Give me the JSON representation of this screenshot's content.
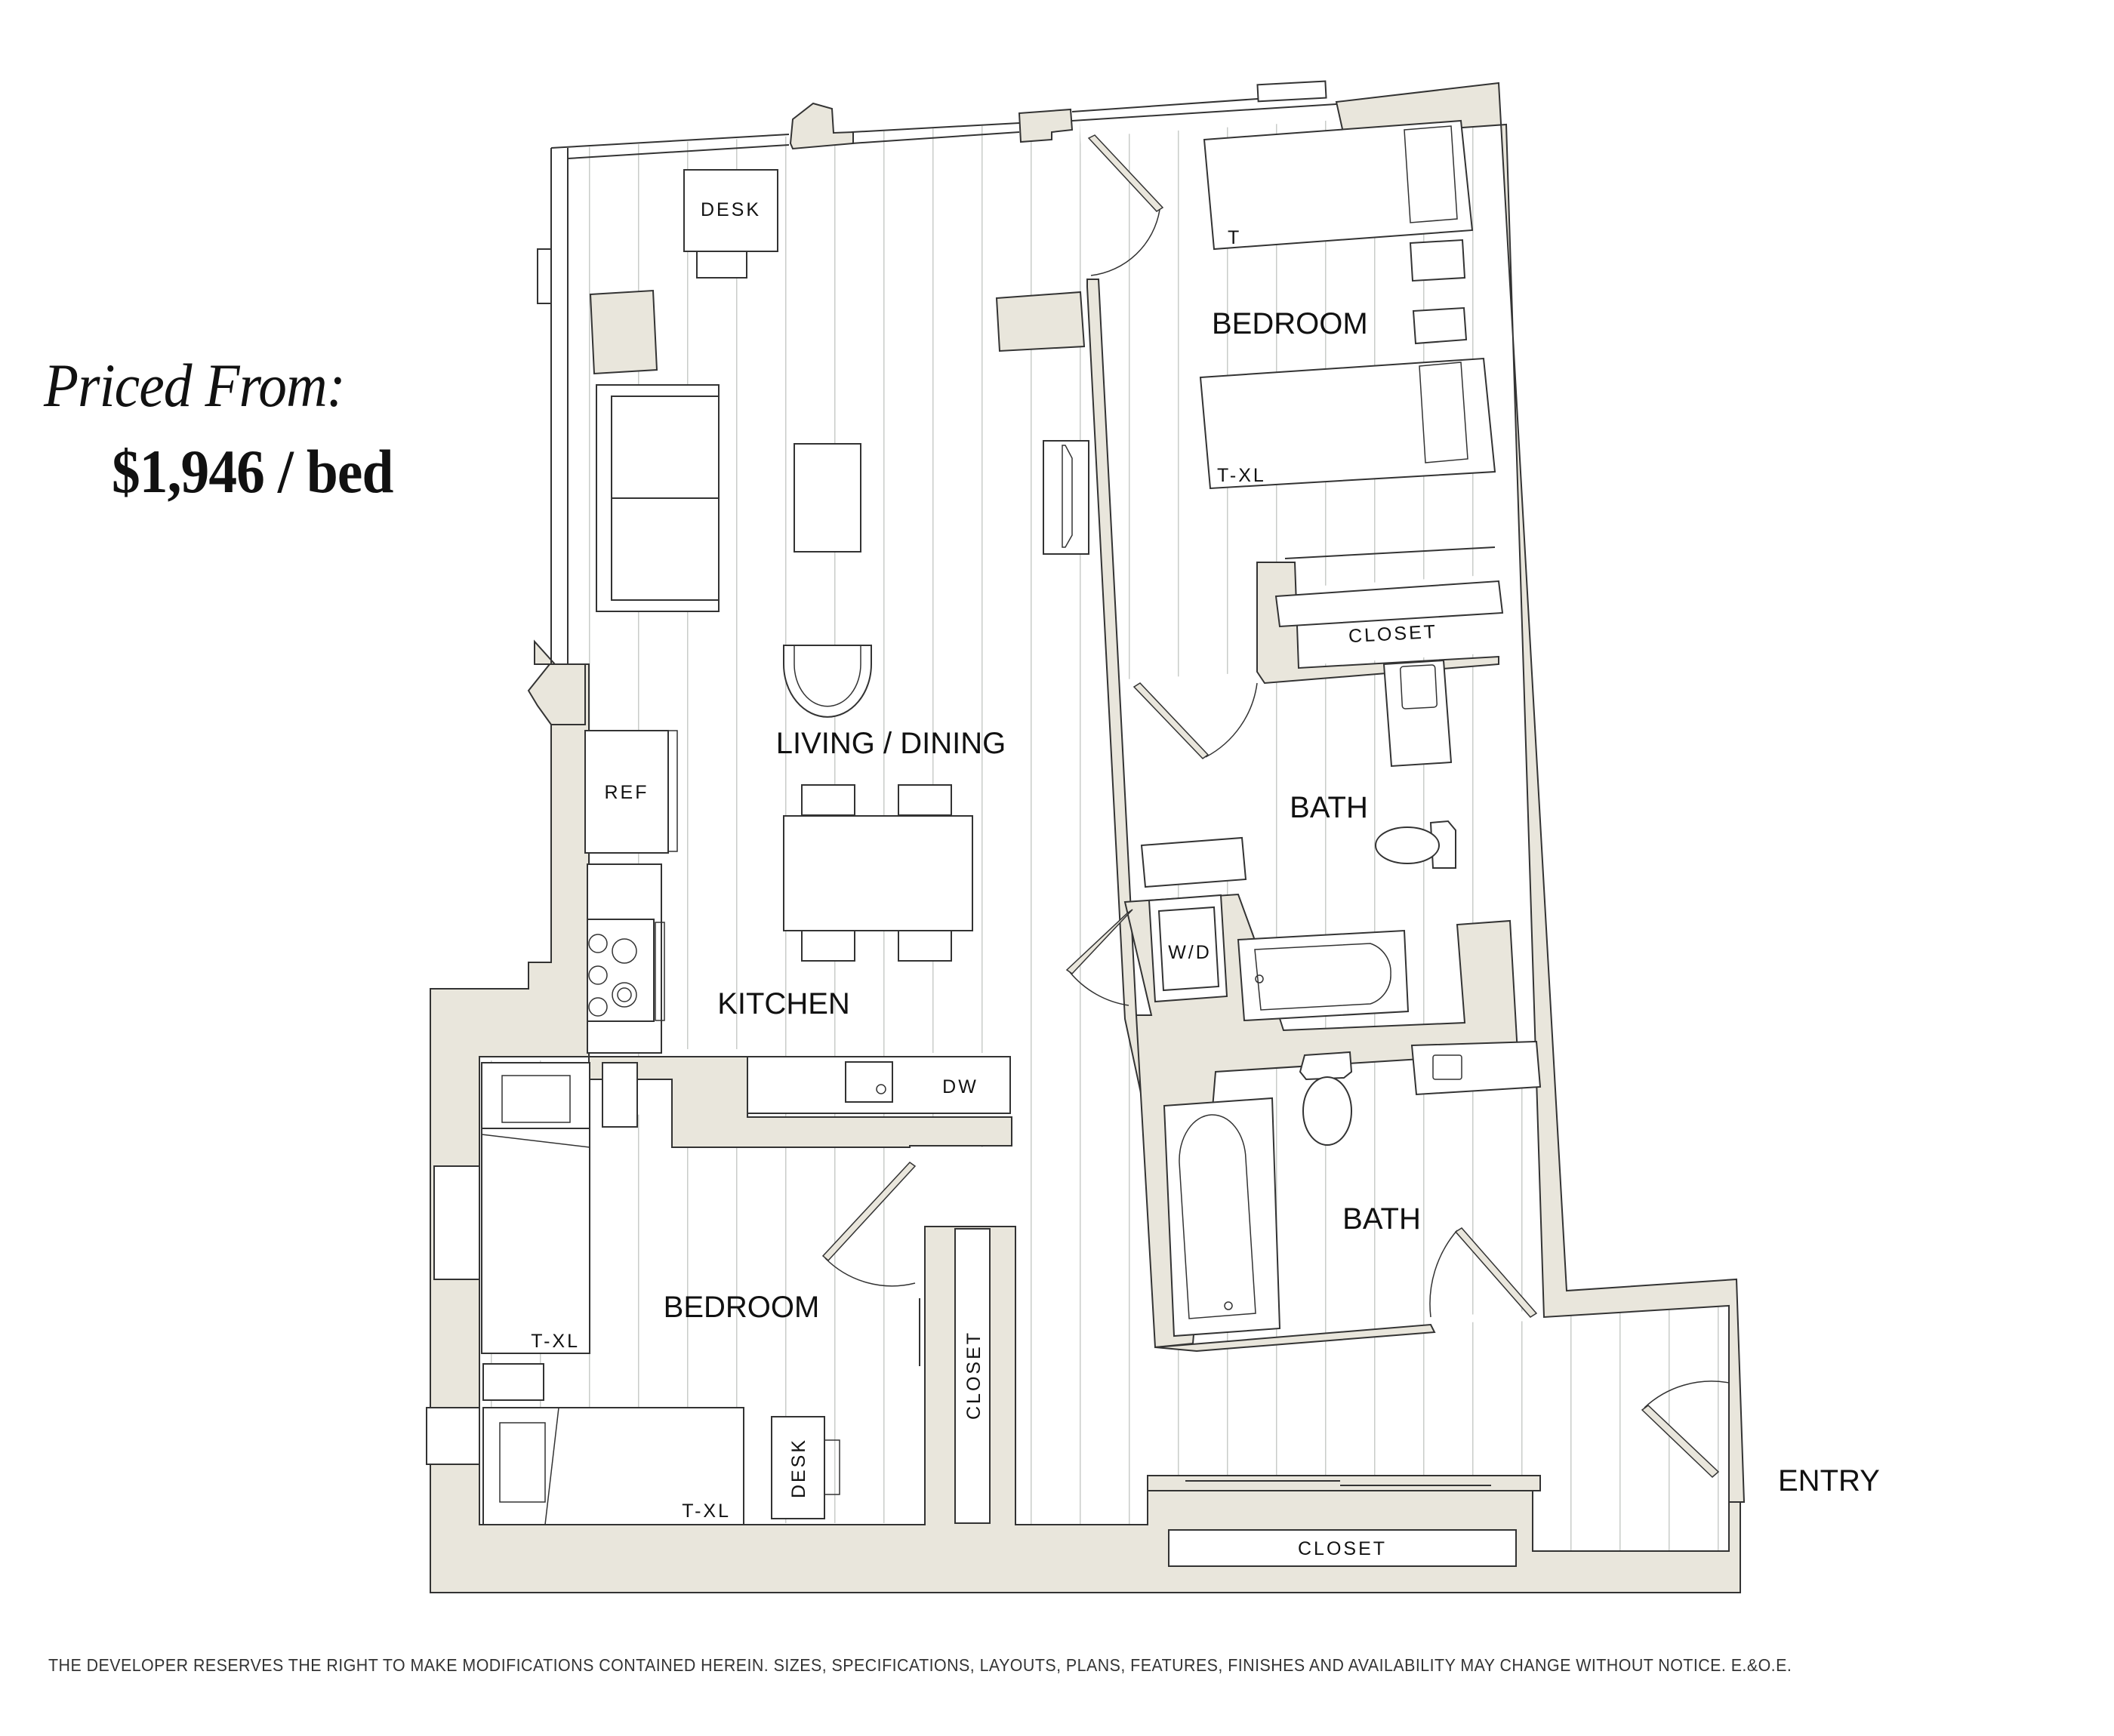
{
  "pricing": {
    "label": "Priced From:",
    "value": "$1,946 / bed"
  },
  "rooms": {
    "living_dining": "LIVING / DINING",
    "kitchen": "KITCHEN",
    "bedroom_1": "BEDROOM",
    "bedroom_2": "BEDROOM",
    "bath_1": "BATH",
    "bath_2": "BATH",
    "entry": "ENTRY"
  },
  "fixtures": {
    "desk_living": "DESK",
    "desk_bedroom_2": "DESK",
    "bed_t": "T",
    "bed_txl_1": "T-XL",
    "bed_txl_2a": "T-XL",
    "bed_txl_2b": "T-XL",
    "closet_bedroom_1": "CLOSET",
    "closet_bedroom_2": "CLOSET",
    "closet_entry": "CLOSET",
    "refrigerator": "REF",
    "dishwasher": "DW",
    "washer_dryer": "W/D"
  },
  "colors": {
    "wall_fill": "#e9e6dc",
    "line": "#333333",
    "floor_plank": "#c9ccc9",
    "text": "#111111"
  },
  "disclaimer": "THE DEVELOPER RESERVES THE RIGHT TO MAKE MODIFICATIONS CONTAINED HEREIN. SIZES, SPECIFICATIONS, LAYOUTS, PLANS, FEATURES, FINISHES AND AVAILABILITY MAY CHANGE WITHOUT NOTICE. E.&O.E."
}
